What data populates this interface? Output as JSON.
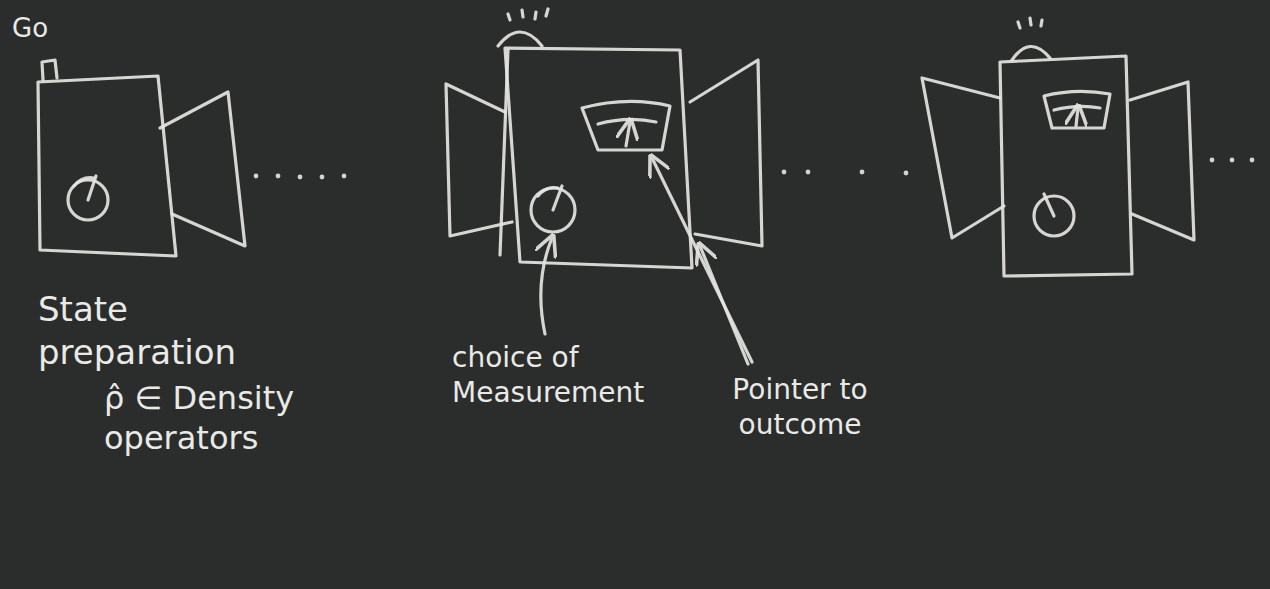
{
  "diagram": {
    "labels": [
      "Go",
      "State preparation",
      "ρ̂ ∈ Density operators",
      "choice of Measurement",
      "Pointer to outcome"
    ]
  }
}
